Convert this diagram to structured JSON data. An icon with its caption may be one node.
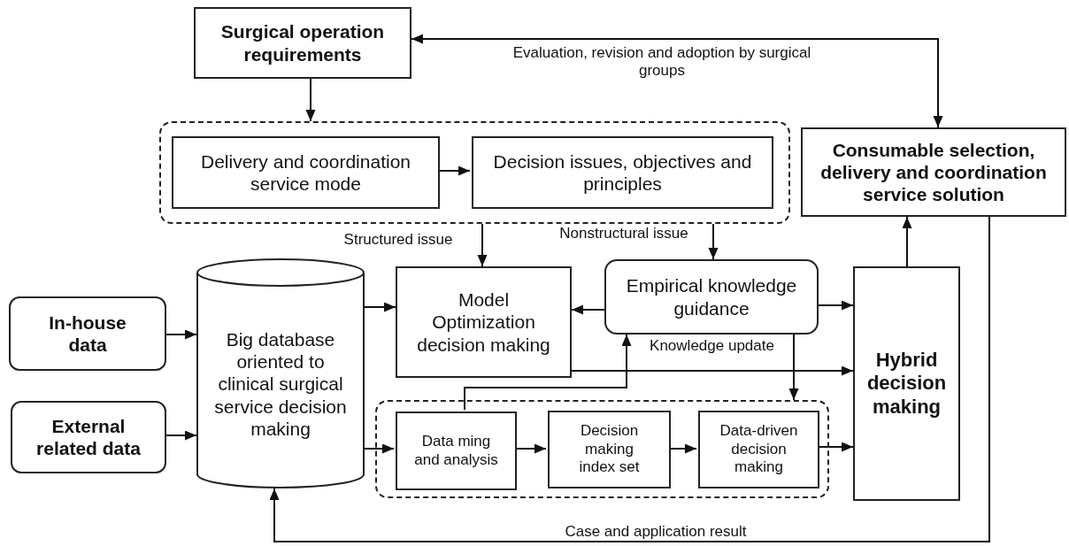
{
  "diagram": {
    "nodes": [
      {
        "text": [
          "Surgical operation requirements"
        ]
      },
      {
        "text": [],
        "shape": "box"
      },
      {
        "text": [
          "Delivery and coordination service mode"
        ],
        "in": 1
      },
      {
        "text": [
          "Decision issues, objectives and principles"
        ],
        "in": 1
      },
      {
        "text": [
          "Consumable selection, delivery and coordination service solution"
        ]
      },
      {
        "text": [
          "In-house data"
        ]
      },
      {
        "text": [
          "External related data"
        ]
      },
      {
        "text": [
          "Big database oriented to clinical surgical service decision making"
        ]
      },
      {
        "text": [
          "Model Optimization decision making"
        ]
      },
      {
        "text": [
          "Empirical knowledge guidance"
        ]
      },
      {
        "text": [
          "Hybrid decision making"
        ]
      },
      {
        "text": [],
        "shape": "box"
      },
      {
        "text": [
          "Data ming and analysis"
        ],
        "in": 11
      },
      {
        "text": [
          "Decision making index set"
        ],
        "in": 11
      },
      {
        "text": [
          "Data-driven decision making"
        ],
        "in": 11
      }
    ],
    "edges": [
      {
        "from": 0,
        "to": 1,
        "arrow": "to"
      },
      {
        "from": 2,
        "to": 3,
        "arrow": "to"
      },
      {
        "from": 0,
        "to": 4,
        "arrow": "both",
        "label": "Evaluation, revision and adoption by surgical groups"
      },
      {
        "from": 1,
        "to": 8,
        "arrow": "to",
        "label": "Structured issue"
      },
      {
        "from": 1,
        "to": 9,
        "arrow": "to",
        "label": "Nonstructural issue"
      },
      {
        "from": 5,
        "to": 7,
        "arrow": "to"
      },
      {
        "from": 6,
        "to": 7,
        "arrow": "to"
      },
      {
        "from": 7,
        "to": 8,
        "arrow": "to"
      },
      {
        "from": 7,
        "to": 12,
        "arrow": "to"
      },
      {
        "from": 9,
        "to": 8,
        "arrow": "to"
      },
      {
        "from": 9,
        "to": 10,
        "arrow": "to"
      },
      {
        "from": 8,
        "to": 10,
        "arrow": "to"
      },
      {
        "from": 12,
        "to": 9,
        "arrow": "to",
        "label": "Knowledge update"
      },
      {
        "from": 9,
        "to": 11,
        "arrow": "to"
      },
      {
        "from": 12,
        "to": 13,
        "arrow": "to"
      },
      {
        "from": 13,
        "to": 14,
        "arrow": "to"
      },
      {
        "from": 14,
        "to": 10,
        "arrow": "to"
      },
      {
        "from": 10,
        "to": 4,
        "arrow": "to"
      },
      {
        "from": 4,
        "to": 7,
        "arrow": "to",
        "label": "Case and application result"
      }
    ]
  }
}
